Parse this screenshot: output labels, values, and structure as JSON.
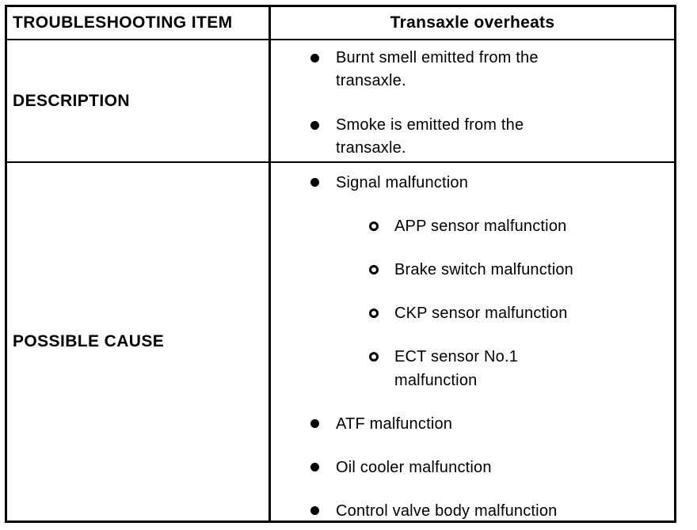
{
  "table": {
    "header": {
      "item_label": "TROUBLESHOOTING ITEM",
      "symptom": "Transaxle overheats"
    },
    "rows": [
      {
        "label": "DESCRIPTION",
        "bullets": [
          {
            "level": 1,
            "text": "Burnt smell emitted from the\ntransaxle."
          },
          {
            "level": 1,
            "text": "Smoke is emitted from the\ntransaxle."
          }
        ]
      },
      {
        "label": "POSSIBLE CAUSE",
        "bullets": [
          {
            "level": 1,
            "text": "Signal malfunction"
          },
          {
            "level": 2,
            "text": "APP sensor malfunction"
          },
          {
            "level": 2,
            "text": "Brake switch malfunction"
          },
          {
            "level": 2,
            "text": "CKP sensor malfunction"
          },
          {
            "level": 2,
            "text": "ECT sensor No.1\nmalfunction"
          },
          {
            "level": 1,
            "text": "ATF malfunction"
          },
          {
            "level": 1,
            "text": "Oil cooler malfunction"
          },
          {
            "level": 1,
            "text": "Control valve body malfunction"
          }
        ]
      }
    ],
    "icons": {
      "level1_bullet": "filled-circle",
      "level2_bullet": "open-circle"
    },
    "colors": {
      "border": "#000000",
      "background": "#ffffff",
      "text": "#000000"
    }
  }
}
